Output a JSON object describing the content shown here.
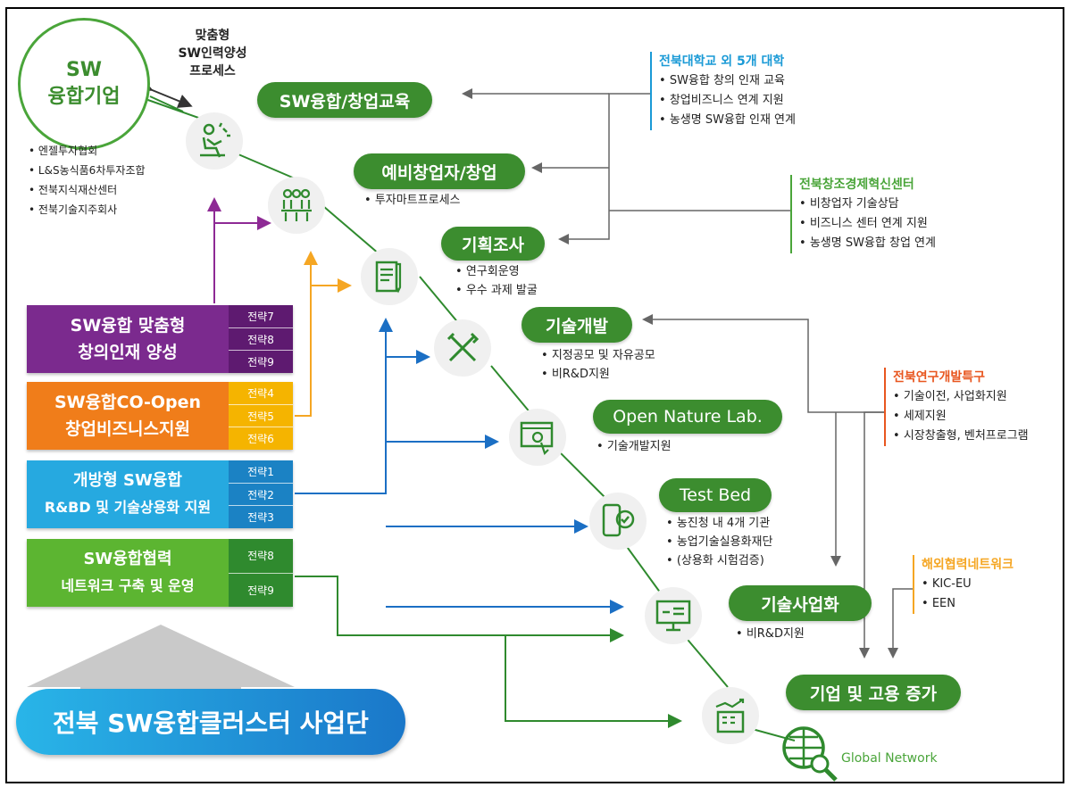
{
  "company_circle": {
    "line1": "SW",
    "line2": "융합기업"
  },
  "process_label": {
    "line1": "맞춤형",
    "line2": "SW인력양성",
    "line3": "프로세스"
  },
  "partners": [
    "엔젤투자협회",
    "L&S농식품6차투자조합",
    "전북지식재산센터",
    "전북기술지주회사"
  ],
  "stages": [
    {
      "id": "education",
      "label": "SW융합/창업교육",
      "bullets": []
    },
    {
      "id": "startup",
      "label": "예비창업자/창업",
      "bullets": [
        "투자마트프로세스"
      ]
    },
    {
      "id": "planning",
      "label": "기획조사",
      "bullets": [
        "연구회운영",
        "우수 과제 발굴"
      ]
    },
    {
      "id": "techdev",
      "label": "기술개발",
      "bullets": [
        "지정공모 및 자유공모",
        "비R&D지원"
      ]
    },
    {
      "id": "lab",
      "label": "Open Nature Lab.",
      "bullets": [
        "기술개발지원"
      ]
    },
    {
      "id": "testbed",
      "label": "Test Bed",
      "bullets": [
        "농진청 내 4개 기관",
        "농업기술실용화재단",
        "(상용화 시험검증)"
      ]
    },
    {
      "id": "commercial",
      "label": "기술사업화",
      "bullets": [
        "비R&D지원"
      ]
    },
    {
      "id": "growth",
      "label": "기업 및 고용 증가",
      "bullets": []
    }
  ],
  "info_boxes": [
    {
      "title": "전북대학교 외 5개 대학",
      "color": "#1a9ad6",
      "items": [
        "SW융합 창의 인재 교육",
        "창업비즈니스 연계 지원",
        "농생명 SW융합 인재 연계"
      ]
    },
    {
      "title": "전북창조경제혁신센터",
      "color": "#4aa53a",
      "items": [
        "비창업자 기술상담",
        "비즈니스 센터 연계 지원",
        "농생명 SW융합 창업 연계"
      ]
    },
    {
      "title": "전북연구개발특구",
      "color": "#e8561f",
      "items": [
        "기술이전, 사업화지원",
        "세제지원",
        "시장창출형, 벤처프로그램"
      ]
    },
    {
      "title": "해외협력네트워크",
      "color": "#f5a623",
      "items": [
        "KIC-EU",
        "EEN"
      ]
    }
  ],
  "strategies": [
    {
      "line1": "SW융합 맞춤형",
      "line2": "창의인재 양성",
      "main": "#7b2a8e",
      "side": "#5e1a70",
      "tags": [
        "전략7",
        "전략8",
        "전략9"
      ]
    },
    {
      "line1": "SW융합CO-Open",
      "line2": "창업비즈니스지원",
      "main": "#f07d1a",
      "side": "#f5b400",
      "tags": [
        "전략4",
        "전략5",
        "전략6"
      ]
    },
    {
      "line1": "개방형 SW융합",
      "line2": "R&BD 및 기술상용화 지원",
      "main": "#26a9e0",
      "side": "#1b82c4",
      "tags": [
        "전략1",
        "전략2",
        "전략3"
      ]
    },
    {
      "line1": "SW융합협력",
      "line2": "네트워크 구축 및 운영",
      "main": "#5cb531",
      "side": "#2f8a2e",
      "tags": [
        "전략8",
        "전략9"
      ]
    }
  ],
  "banner": "전북 SW융합클러스터 사업단",
  "global_network": "Global Network",
  "icons": [
    "worker-icon",
    "group-icon",
    "document-icon",
    "tools-icon",
    "web-lab-icon",
    "mobile-check-icon",
    "monitor-icon",
    "building-growth-icon",
    "globe-search-icon"
  ]
}
